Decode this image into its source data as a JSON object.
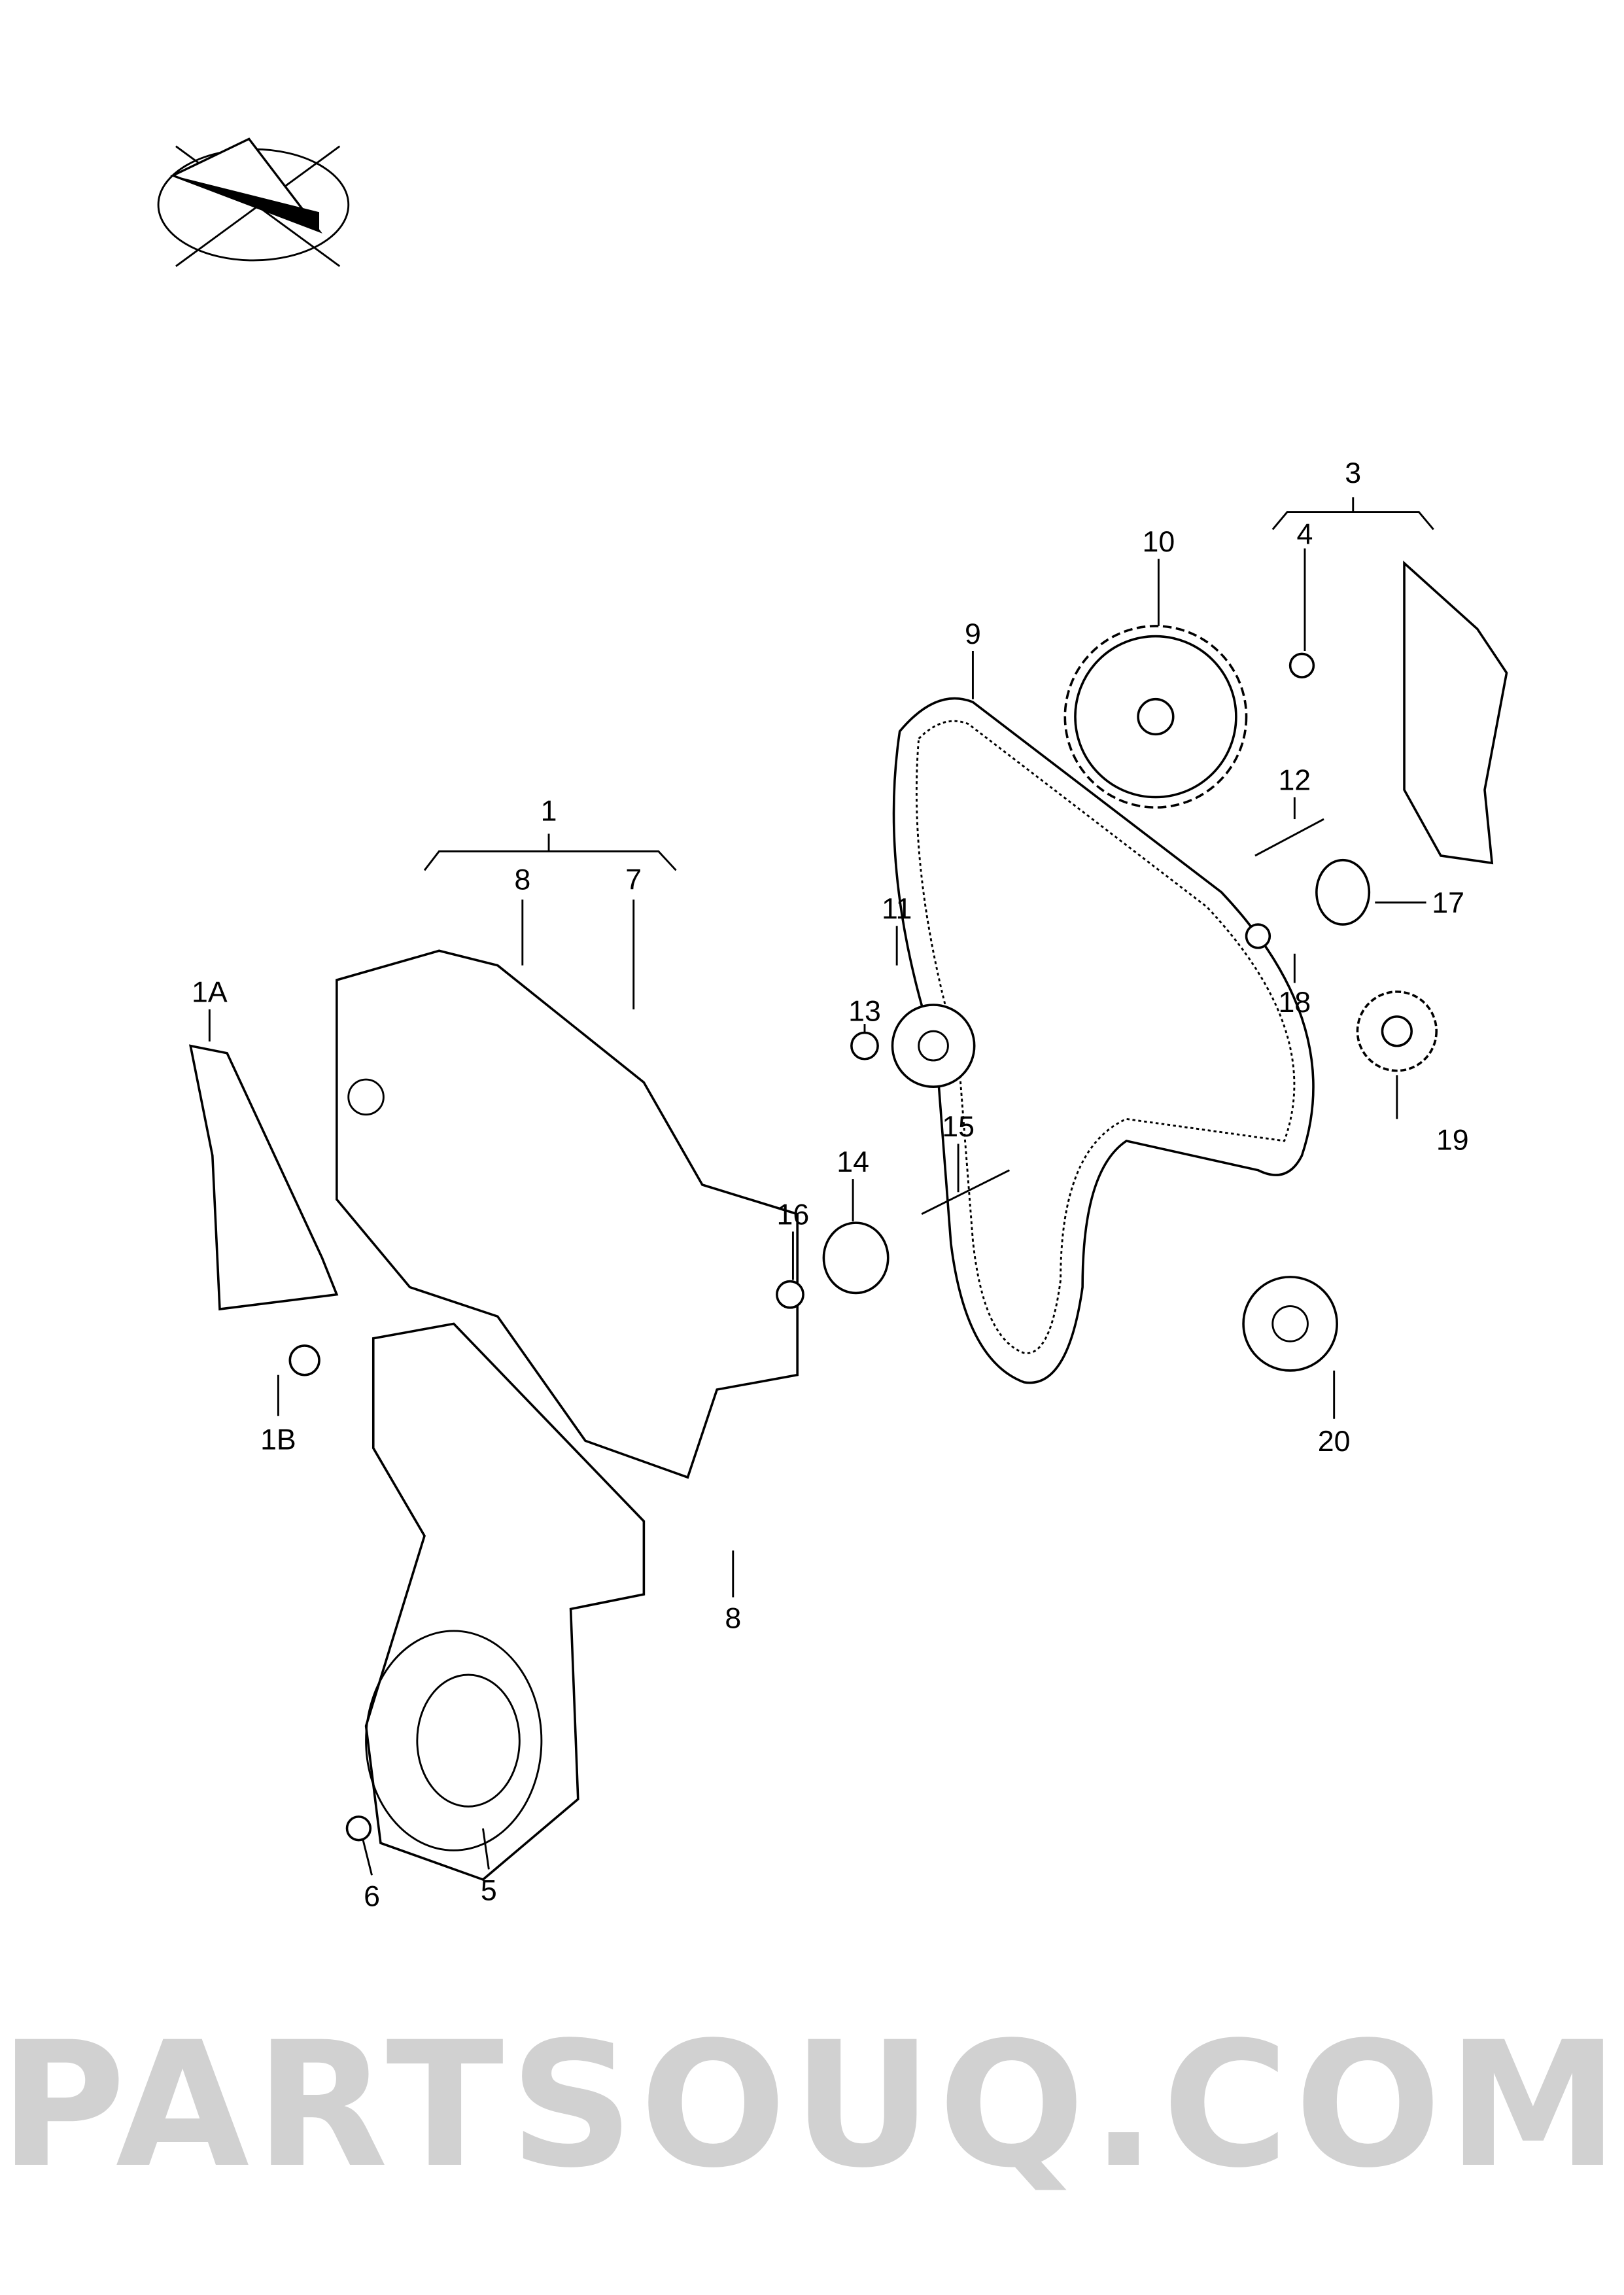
{
  "watermark": "PARTSOUQ.COM",
  "labels": {
    "l1": "1",
    "l1a": "1A",
    "l1b": "1B",
    "l3": "3",
    "l4": "4",
    "l5": "5",
    "l6": "6",
    "l7": "7",
    "l8a": "8",
    "l8b": "8",
    "l9": "9",
    "l10": "10",
    "l11": "11",
    "l12": "12",
    "l13": "13",
    "l14": "14",
    "l15": "15",
    "l16": "16",
    "l17": "17",
    "l18": "18",
    "l19": "19",
    "l20": "20"
  }
}
